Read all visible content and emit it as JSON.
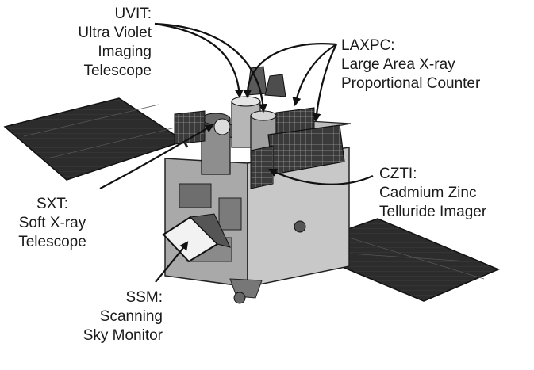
{
  "labels": {
    "uvit": {
      "line1": "UVIT:",
      "line2": "Ultra Violet",
      "line3": "Imaging",
      "line4": "Telescope"
    },
    "laxpc": {
      "line1": "LAXPC:",
      "line2": "Large Area X-ray",
      "line3": "Proportional Counter"
    },
    "czti": {
      "line1": "CZTI:",
      "line2": "Cadmium Zinc",
      "line3": "Telluride Imager"
    },
    "sxt": {
      "line1": "SXT:",
      "line2": "Soft X-ray",
      "line3": "Telescope"
    },
    "ssm": {
      "line1": "SSM:",
      "line2": "Scanning",
      "line3": "Sky Monitor"
    }
  }
}
